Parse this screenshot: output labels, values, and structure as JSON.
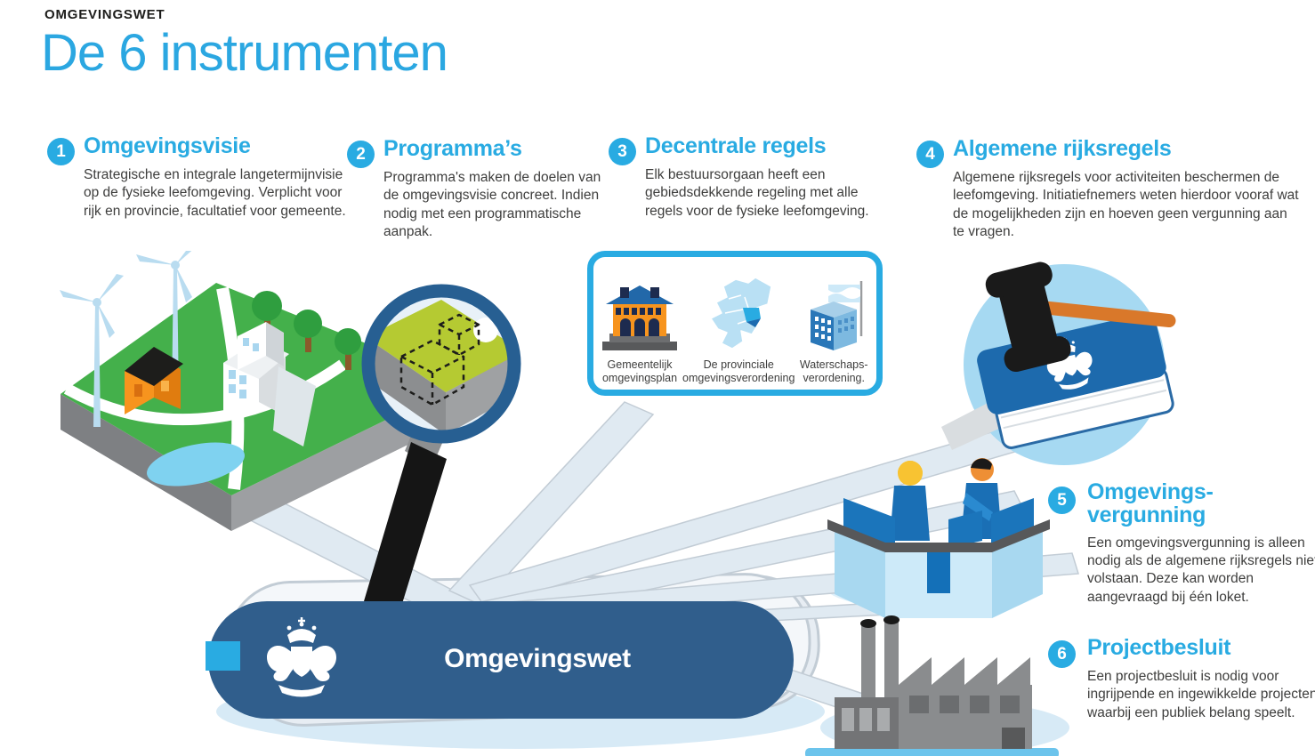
{
  "header": {
    "kicker": "OMGEVINGSWET",
    "title": "De 6 instrumenten"
  },
  "instruments": [
    {
      "number": "1",
      "title": "Omgevingsvisie",
      "description": "Strategische en integrale langetermijnvisie op de fysieke leefomgeving. Verplicht voor rijk en provincie, facultatief voor gemeente."
    },
    {
      "number": "2",
      "title": "Programma’s",
      "description": "Programma's maken de doelen van de omgevingsvisie concreet. Indien nodig met een programmatische aanpak."
    },
    {
      "number": "3",
      "title": "Decentrale regels",
      "description": "Elk bestuursorgaan heeft een gebiedsdekkende regeling met alle regels voor de fysieke leefomgeving."
    },
    {
      "number": "4",
      "title": "Algemene rijksregels",
      "description": "Algemene rijksregels voor activiteiten beschermen de leefomgeving. Initiatiefnemers weten hierdoor vooraf wat de mogelijkheden zijn en hoeven geen vergunning aan te vragen."
    },
    {
      "number": "5",
      "title": "Omgevings-\nvergunning",
      "description": "Een omgevingsvergunning is alleen nodig als de algemene rijksregels niet volstaan. Deze kan worden aangevraagd bij één loket."
    },
    {
      "number": "6",
      "title": "Projectbesluit",
      "description": "Een projectbesluit is nodig voor ingrijpende en ingewikkelde projecten waarbij een publiek belang speelt."
    }
  ],
  "decentrale_box": {
    "items": [
      {
        "label": "Gemeentelijk omgevingsplan",
        "icon": "municipal-building-icon"
      },
      {
        "label": "De provinciale omgevingsverordening",
        "icon": "netherlands-map-icon"
      },
      {
        "label": "Waterschaps-\nverordening.",
        "icon": "water-authority-building-icon"
      }
    ]
  },
  "knife": {
    "label": "Omgevingswet",
    "logo": "dutch-coat-of-arms"
  },
  "illustration_icons": {
    "instrument1": "isometric-landscape-illustration",
    "instrument2": "magnifying-glass-icon",
    "instrument4": "gavel-and-law-book-illustration",
    "instrument5": "service-counter-illustration",
    "instrument6": "factory-illustration"
  },
  "colors": {
    "accent_blue": "#29abe2",
    "knife_body_blue": "#305e8c",
    "body_text": "#3e3e3d",
    "ribbon_fill": "#e0eaf2",
    "landscape_green": "#44b04b",
    "lime_plot": "#b5ca32",
    "orange": "#f7941e"
  }
}
